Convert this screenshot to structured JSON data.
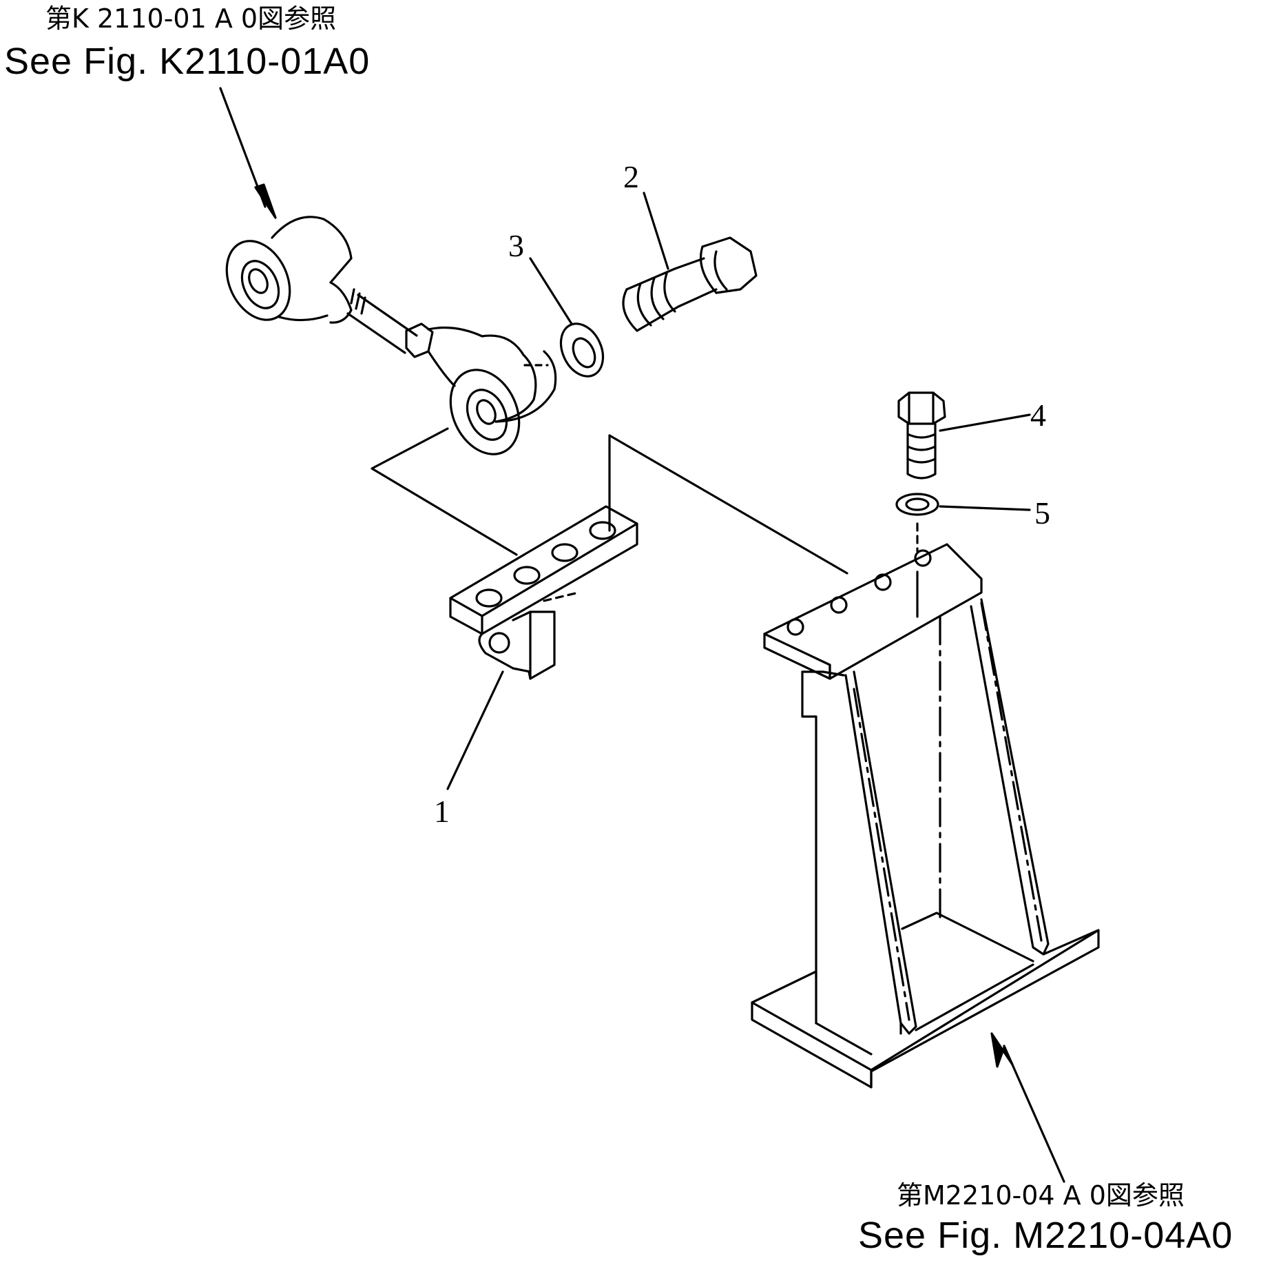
{
  "references": {
    "top": {
      "jp": "第K 2110-01 A 0図参照",
      "en": "See Fig. K2110-01A0"
    },
    "bottom": {
      "jp": "第M2210-04 A 0図参照",
      "en": "See Fig. M2210-04A0"
    }
  },
  "callouts": [
    {
      "number": "1",
      "part": "bracket"
    },
    {
      "number": "2",
      "part": "shoulder-bolt"
    },
    {
      "number": "3",
      "part": "washer"
    },
    {
      "number": "4",
      "part": "bolt"
    },
    {
      "number": "5",
      "part": "washer"
    }
  ],
  "colors": {
    "line": "#000000",
    "background": "#ffffff"
  }
}
